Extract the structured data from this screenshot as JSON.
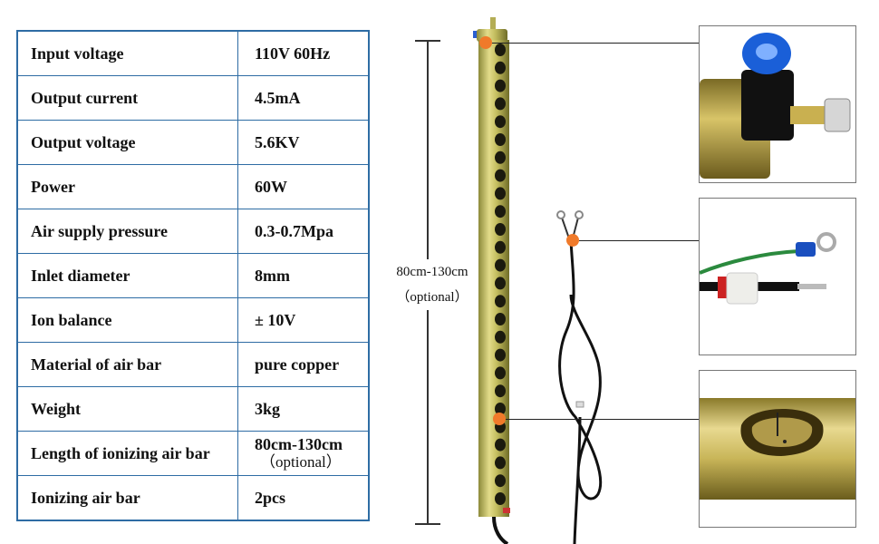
{
  "specs": [
    {
      "label": "Input voltage",
      "value": "110V 60Hz"
    },
    {
      "label": "Output current",
      "value": "4.5mA"
    },
    {
      "label": "Output voltage",
      "value": "5.6KV"
    },
    {
      "label": "Power",
      "value": "60W"
    },
    {
      "label": "Air supply pressure",
      "value": "0.3-0.7Mpa"
    },
    {
      "label": "Inlet diameter",
      "value": "8mm"
    },
    {
      "label": "Ion balance",
      "value": "± 10V"
    },
    {
      "label": "Material of air bar",
      "value": "pure copper"
    },
    {
      "label": "Weight",
      "value": "3kg"
    },
    {
      "label": "Length of ionizing air bar",
      "value": "80cm-130cm",
      "value_note": "（optional）"
    },
    {
      "label": "Ionizing air bar",
      "value": "2pcs"
    }
  ],
  "dimension": {
    "length": "80cm-130cm",
    "note": "（optional）"
  },
  "colors": {
    "table_border": "#2e6ca4",
    "bar_brass": "#c9c46a",
    "marker": "#f07a2a",
    "fitting_blue": "#1a5fd8"
  }
}
